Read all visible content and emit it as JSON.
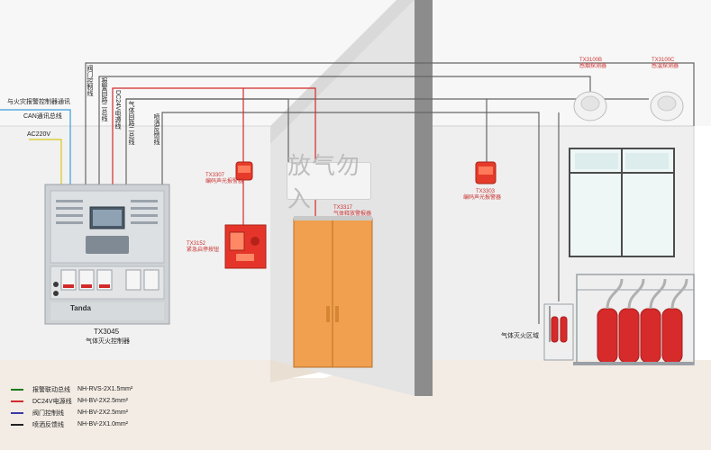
{
  "wire_labels": {
    "fire_alarm_comm": "与火灾报警控制器通讯",
    "can_bus": "CAN通讯总线",
    "ac220v": "AC220V",
    "valve_control": "阀门控制线",
    "alarm_loop_2wire": "报警回路二总线",
    "dc24v_power": "DC24V电源线",
    "gas_loop_bus": "气体回路二总线",
    "spray_feedback": "喷洒反馈线"
  },
  "devices": {
    "controller_model": "TX3045",
    "controller_name": "气体灭火控制器",
    "controller_brand": "Tanda",
    "sounder_left_model": "TX3307",
    "sounder_left_name": "编码声光报警器",
    "emergency_button_model": "TX3152",
    "emergency_button_name": "紧急启停按钮",
    "release_light_model": "TX3317",
    "release_light_name": "气体释放警报器",
    "sounder_right_model": "TX3303",
    "sounder_right_name": "编码声光报警器",
    "detector_b_model": "TX3100B",
    "detector_b_name": "感烟探测器",
    "detector_c_model": "TX3100C",
    "detector_c_name": "感温探测器",
    "banner_text": "放气勿入",
    "zone_label": "气体灭火区域"
  },
  "legend": [
    {
      "label": "报警联动总线",
      "spec": "NH-RVS-2X1.5mm²",
      "color": "#1a7a1a"
    },
    {
      "label": "DC24V电源线",
      "spec": "NH-BV-2X2.5mm²",
      "color": "#d42a2a"
    },
    {
      "label": "阀门控制线",
      "spec": "NH-BV-2X2.5mm²",
      "color": "#3a3aa8"
    },
    {
      "label": "喷洒反馈线",
      "spec": "NH-BV-2X1.0mm²",
      "color": "#222222"
    }
  ],
  "colors": {
    "wire_gray": "#666666",
    "wire_yellow": "#d8c81a",
    "wire_blue": "#3c9be0",
    "wire_red": "#d42a2a",
    "door": "#ec9a46",
    "cylinder": "#d72a2a"
  }
}
